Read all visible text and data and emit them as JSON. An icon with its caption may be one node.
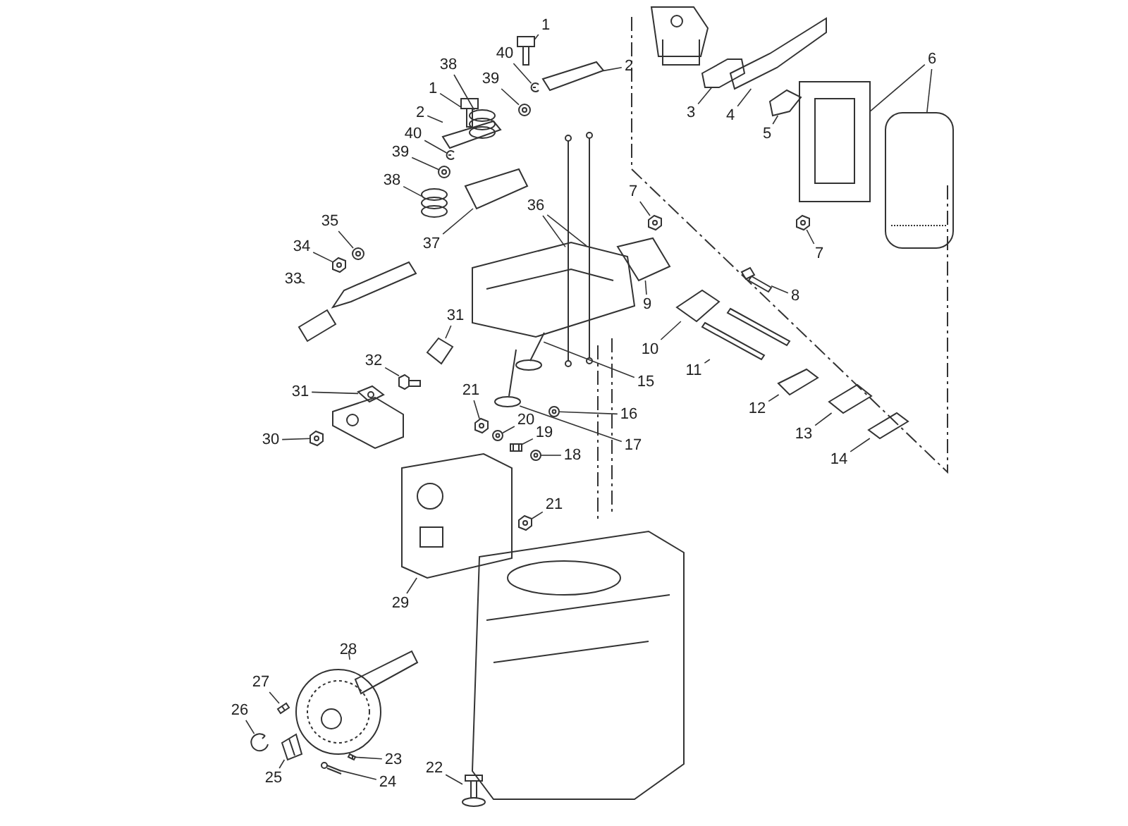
{
  "diagram": {
    "nodes": [
      {
        "text": [
          "1"
        ]
      },
      {
        "text": [
          "2"
        ]
      },
      {
        "text": [
          "38"
        ]
      },
      {
        "text": [
          "40"
        ]
      },
      {
        "text": [
          "39"
        ]
      },
      {
        "text": [
          "1"
        ]
      },
      {
        "text": [
          "2"
        ]
      },
      {
        "text": [
          "40"
        ]
      },
      {
        "text": [
          "39"
        ]
      },
      {
        "text": [
          "38"
        ]
      },
      {
        "text": [
          "36"
        ]
      },
      {
        "text": [
          "37"
        ]
      },
      {
        "text": [
          "35"
        ]
      },
      {
        "text": [
          "34"
        ]
      },
      {
        "text": [
          "33"
        ]
      },
      {
        "text": [
          "31"
        ]
      },
      {
        "text": [
          "32"
        ]
      },
      {
        "text": [
          "31"
        ]
      },
      {
        "text": [
          "30"
        ]
      },
      {
        "text": [
          "21"
        ]
      },
      {
        "text": [
          "20"
        ]
      },
      {
        "text": [
          "19"
        ]
      },
      {
        "text": [
          "18"
        ]
      },
      {
        "text": [
          "21"
        ]
      },
      {
        "text": [
          "15"
        ]
      },
      {
        "text": [
          "16"
        ]
      },
      {
        "text": [
          "17"
        ]
      },
      {
        "text": [
          "9"
        ]
      },
      {
        "text": [
          "10"
        ]
      },
      {
        "text": [
          "8"
        ]
      },
      {
        "text": [
          "11"
        ]
      },
      {
        "text": [
          "12"
        ]
      },
      {
        "text": [
          "13"
        ]
      },
      {
        "text": [
          "14"
        ]
      },
      {
        "text": [
          "7"
        ]
      },
      {
        "text": [
          "7"
        ]
      },
      {
        "text": [
          "3"
        ]
      },
      {
        "text": [
          "4"
        ]
      },
      {
        "text": [
          "5"
        ]
      },
      {
        "text": [
          "6"
        ]
      },
      {
        "text": [
          "29"
        ]
      },
      {
        "text": [
          "28"
        ]
      },
      {
        "text": [
          "27"
        ]
      },
      {
        "text": [
          "26"
        ]
      },
      {
        "text": [
          "25"
        ]
      },
      {
        "text": [
          "23"
        ]
      },
      {
        "text": [
          "24"
        ]
      },
      {
        "text": [
          "22"
        ]
      },
      {
        "text": [],
        "shape": "picture"
      },
      {
        "text": [],
        "shape": "picture"
      },
      {
        "text": [],
        "shape": "picture"
      },
      {
        "text": [],
        "shape": "picture"
      },
      {
        "text": [],
        "shape": "picture"
      },
      {
        "text": [],
        "shape": "picture"
      },
      {
        "text": [],
        "shape": "picture"
      },
      {
        "text": [],
        "shape": "picture"
      },
      {
        "text": [],
        "shape": "picture"
      },
      {
        "text": [],
        "shape": "picture"
      },
      {
        "text": [],
        "shape": "picture"
      },
      {
        "text": [],
        "shape": "picture"
      },
      {
        "text": [],
        "shape": "picture"
      },
      {
        "text": [],
        "shape": "picture"
      },
      {
        "text": [],
        "shape": "picture"
      },
      {
        "text": [],
        "shape": "picture"
      },
      {
        "text": [],
        "shape": "picture"
      },
      {
        "text": [],
        "shape": "picture"
      },
      {
        "text": [],
        "shape": "picture"
      },
      {
        "text": [],
        "shape": "picture"
      },
      {
        "text": [],
        "shape": "picture"
      },
      {
        "text": [],
        "shape": "picture"
      },
      {
        "text": [],
        "shape": "picture"
      },
      {
        "text": [],
        "shape": "picture"
      },
      {
        "text": [],
        "shape": "picture"
      },
      {
        "text": [],
        "shape": "picture"
      },
      {
        "text": [],
        "shape": "picture"
      },
      {
        "text": [],
        "shape": "picture"
      },
      {
        "text": [],
        "shape": "picture"
      },
      {
        "text": [],
        "shape": "picture"
      },
      {
        "text": [],
        "shape": "picture"
      },
      {
        "text": [],
        "shape": "picture"
      },
      {
        "text": [],
        "shape": "picture"
      },
      {
        "text": [],
        "shape": "picture"
      },
      {
        "text": [],
        "shape": "picture"
      },
      {
        "text": [],
        "shape": "picture"
      },
      {
        "text": [],
        "shape": "picture"
      },
      {
        "text": [],
        "shape": "picture"
      },
      {
        "text": [],
        "shape": "picture"
      },
      {
        "text": [],
        "shape": "picture"
      },
      {
        "text": [],
        "shape": "picture"
      },
      {
        "text": [],
        "shape": "picture"
      },
      {
        "text": [],
        "shape": "picture"
      },
      {
        "text": [],
        "shape": "picture"
      },
      {
        "text": [],
        "shape": "picture"
      },
      {
        "text": [],
        "shape": "picture"
      },
      {
        "text": [],
        "shape": "picture"
      },
      {
        "text": [],
        "shape": "picture"
      },
      {
        "text": [],
        "shape": "picture"
      },
      {
        "text": [],
        "shape": "picture"
      }
    ],
    "edges": [
      {
        "from": 0,
        "to": 48,
        "arrow": "none"
      },
      {
        "from": 1,
        "to": 49,
        "arrow": "none"
      },
      {
        "from": 2,
        "to": 50,
        "arrow": "none"
      },
      {
        "from": 3,
        "to": 51,
        "arrow": "none"
      },
      {
        "from": 4,
        "to": 52,
        "arrow": "none"
      },
      {
        "from": 5,
        "to": 53,
        "arrow": "none"
      },
      {
        "from": 6,
        "to": 54,
        "arrow": "none"
      },
      {
        "from": 7,
        "to": 55,
        "arrow": "none"
      },
      {
        "from": 8,
        "to": 56,
        "arrow": "none"
      },
      {
        "from": 9,
        "to": 57,
        "arrow": "none"
      },
      {
        "from": 10,
        "to": 58,
        "arrow": "none"
      },
      {
        "from": 10,
        "to": 59,
        "arrow": "none"
      },
      {
        "from": 11,
        "to": 60,
        "arrow": "none"
      },
      {
        "from": 12,
        "to": 61,
        "arrow": "none"
      },
      {
        "from": 13,
        "to": 62,
        "arrow": "none"
      },
      {
        "from": 14,
        "to": 63,
        "arrow": "none"
      },
      {
        "from": 15,
        "to": 64,
        "arrow": "none"
      },
      {
        "from": 16,
        "to": 65,
        "arrow": "none"
      },
      {
        "from": 17,
        "to": 66,
        "arrow": "none"
      },
      {
        "from": 18,
        "to": 67,
        "arrow": "none"
      },
      {
        "from": 19,
        "to": 68,
        "arrow": "none"
      },
      {
        "from": 20,
        "to": 69,
        "arrow": "none"
      },
      {
        "from": 21,
        "to": 70,
        "arrow": "none"
      },
      {
        "from": 22,
        "to": 71,
        "arrow": "none"
      },
      {
        "from": 23,
        "to": 72,
        "arrow": "none"
      },
      {
        "from": 24,
        "to": 73,
        "arrow": "none"
      },
      {
        "from": 25,
        "to": 74,
        "arrow": "none"
      },
      {
        "from": 26,
        "to": 75,
        "arrow": "none"
      },
      {
        "from": 27,
        "to": 76,
        "arrow": "none"
      },
      {
        "from": 28,
        "to": 77,
        "arrow": "none"
      },
      {
        "from": 29,
        "to": 78,
        "arrow": "none"
      },
      {
        "from": 30,
        "to": 79,
        "arrow": "none"
      },
      {
        "from": 31,
        "to": 80,
        "arrow": "none"
      },
      {
        "from": 32,
        "to": 81,
        "arrow": "none"
      },
      {
        "from": 33,
        "to": 82,
        "arrow": "none"
      },
      {
        "from": 34,
        "to": 83,
        "arrow": "none"
      },
      {
        "from": 35,
        "to": 84,
        "arrow": "none"
      },
      {
        "from": 36,
        "to": 85,
        "arrow": "none"
      },
      {
        "from": 37,
        "to": 86,
        "arrow": "none"
      },
      {
        "from": 38,
        "to": 87,
        "arrow": "none"
      },
      {
        "from": 39,
        "to": 88,
        "arrow": "none"
      },
      {
        "from": 39,
        "to": 89,
        "arrow": "none"
      },
      {
        "from": 40,
        "to": 90,
        "arrow": "none"
      },
      {
        "from": 41,
        "to": 91,
        "arrow": "none"
      },
      {
        "from": 42,
        "to": 92,
        "arrow": "none"
      },
      {
        "from": 43,
        "to": 93,
        "arrow": "none"
      },
      {
        "from": 44,
        "to": 94,
        "arrow": "none"
      },
      {
        "from": 45,
        "to": 95,
        "arrow": "none"
      },
      {
        "from": 46,
        "to": 96,
        "arrow": "none"
      },
      {
        "from": 47,
        "to": 97,
        "arrow": "none"
      }
    ]
  }
}
